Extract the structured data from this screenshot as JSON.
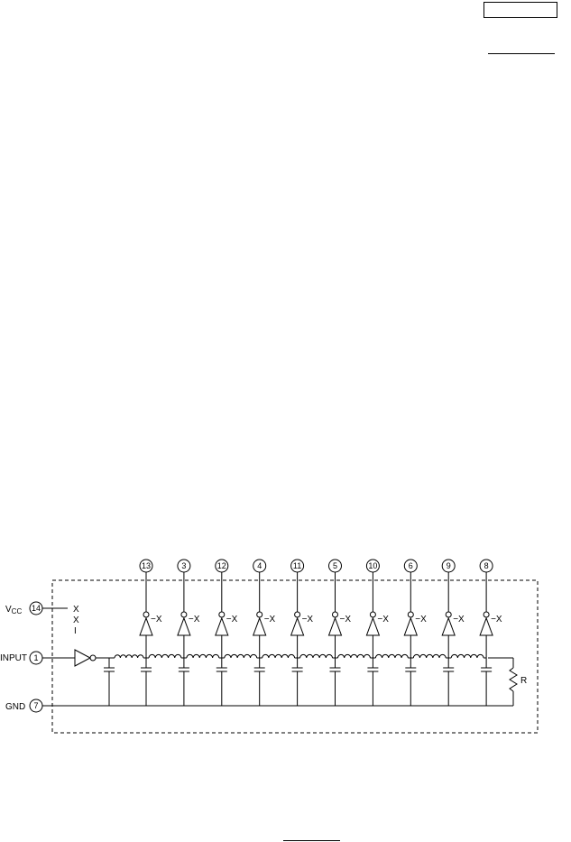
{
  "labels": {
    "vcc_main": "V",
    "vcc_sub": "CC",
    "input": "INPUT",
    "gnd": "GND",
    "resistor": "R",
    "tap_suffix": "−X",
    "x_mark": "X",
    "i_mark": "I"
  },
  "pins": {
    "vcc": "14",
    "input": "1",
    "gnd": "7",
    "taps": [
      "13",
      "3",
      "12",
      "4",
      "11",
      "5",
      "10",
      "6",
      "9",
      "8"
    ]
  }
}
